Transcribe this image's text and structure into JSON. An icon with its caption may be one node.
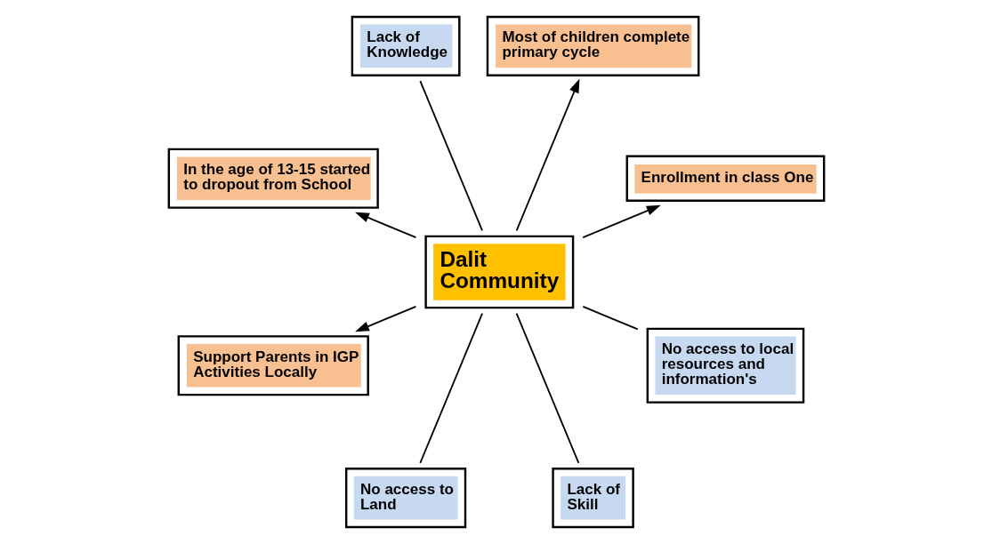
{
  "diagram": {
    "nodes": [
      {
        "text": [
          "Dalit Community"
        ]
      },
      {
        "text": [
          "Enrollment in class One"
        ]
      },
      {
        "text": [
          "No access to Land"
        ]
      },
      {
        "text": [
          "Most of children complete primary cycle"
        ]
      },
      {
        "text": [
          "Lack of Skill"
        ]
      },
      {
        "text": [
          "Lack of Knowledge"
        ]
      },
      {
        "text": [
          "In the age of 13-15 started to dropout from School"
        ]
      },
      {
        "text": [
          "No access to local resources and information's"
        ]
      },
      {
        "text": [
          "Support Parents in IGP Activities Locally"
        ]
      }
    ],
    "edges": [
      {
        "from": 0,
        "to": 1,
        "arrow": "to"
      },
      {
        "from": 2,
        "to": 0,
        "arrow": "none"
      },
      {
        "from": 0,
        "to": 3,
        "arrow": "to"
      },
      {
        "from": 4,
        "to": 0,
        "arrow": "none"
      },
      {
        "from": 0,
        "to": 5,
        "arrow": "none"
      },
      {
        "from": 0,
        "to": 6,
        "arrow": "to"
      },
      {
        "from": 7,
        "to": 0,
        "arrow": "none"
      },
      {
        "from": 0,
        "to": 8,
        "arrow": "to"
      }
    ]
  }
}
